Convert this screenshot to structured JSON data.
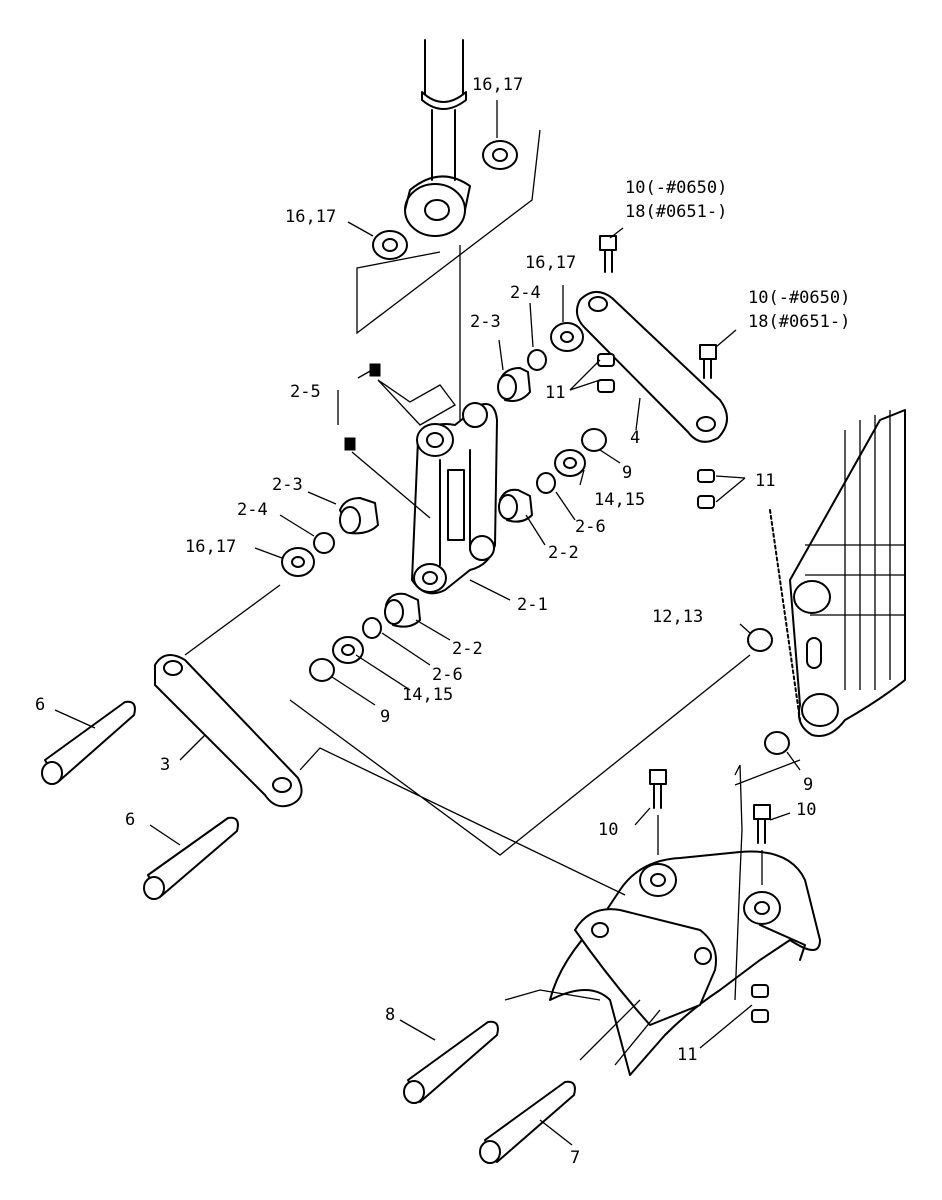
{
  "labels": {
    "l_16_17_top": "16,17",
    "l_16_17_left": "16,17",
    "l_10_a": "10(-#0650)",
    "l_18_a": "18(#0651-)",
    "l_16_17_mid": "16,17",
    "l_2_4_top": "2-4",
    "l_10_b": "10(-#0650)",
    "l_18_b": "18(#0651-)",
    "l_2_3_top": "2-3",
    "l_2_5": "2-5",
    "l_11_a": "11",
    "l_4": "4",
    "l_9_a": "9",
    "l_11_b": "11",
    "l_2_3_left": "2-3",
    "l_14_15_a": "14,15",
    "l_2_4_left": "2-4",
    "l_2_6_a": "2-6",
    "l_16_17_low": "16,17",
    "l_2_2_a": "2-2",
    "l_2_1": "2-1",
    "l_12_13": "12,13",
    "l_2_2_b": "2-2",
    "l_2_6_b": "2-6",
    "l_14_15_b": "14,15",
    "l_9_b": "9",
    "l_6_a": "6",
    "l_3": "3",
    "l_9_c": "9",
    "l_10_c": "10",
    "l_10_d": "10",
    "l_6_b": "6",
    "l_8": "8",
    "l_11_c": "11",
    "l_7": "7"
  }
}
